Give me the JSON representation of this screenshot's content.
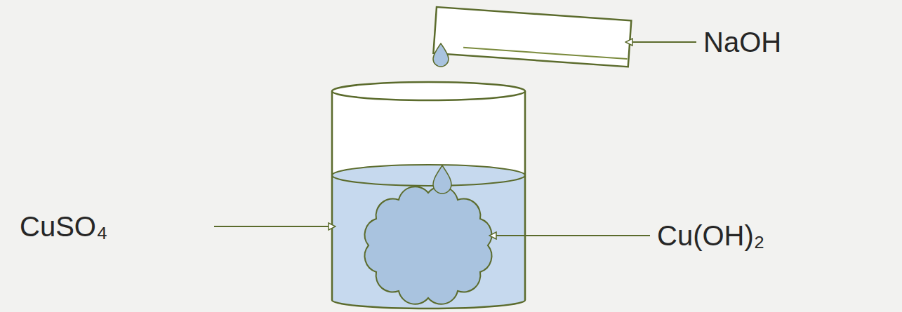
{
  "diagram": {
    "labels": [
      "NaOH",
      "CuSO₄",
      "Cu(OH)₂"
    ]
  }
}
